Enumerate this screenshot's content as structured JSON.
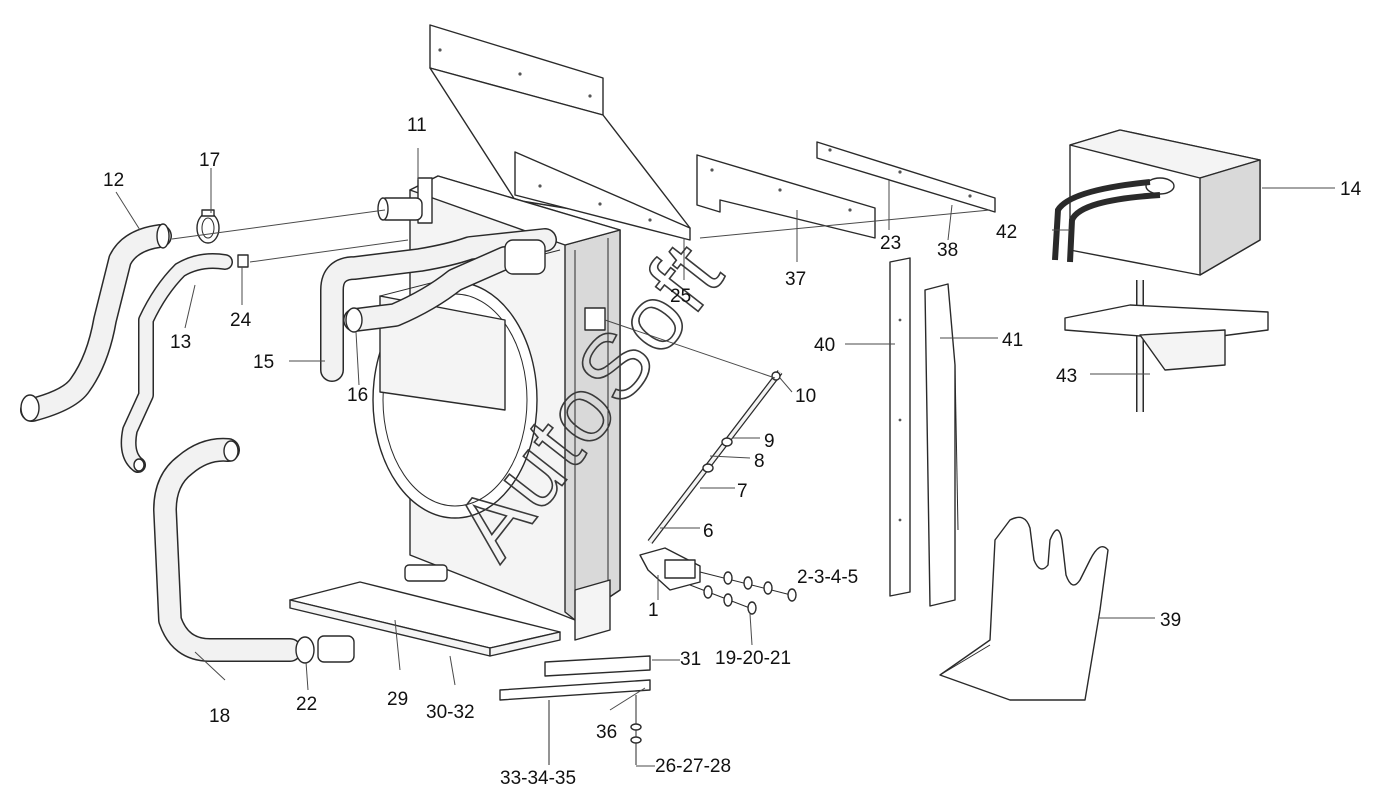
{
  "diagram": {
    "kind": "exploded parts view",
    "watermark": "AutoSoft",
    "callouts": [
      {
        "id": "c1",
        "label": "1"
      },
      {
        "id": "c2",
        "label": "2-3-4-5"
      },
      {
        "id": "c6",
        "label": "6"
      },
      {
        "id": "c7",
        "label": "7"
      },
      {
        "id": "c8",
        "label": "8"
      },
      {
        "id": "c9",
        "label": "9"
      },
      {
        "id": "c10",
        "label": "10"
      },
      {
        "id": "c11",
        "label": "11"
      },
      {
        "id": "c12",
        "label": "12"
      },
      {
        "id": "c13",
        "label": "13"
      },
      {
        "id": "c14",
        "label": "14"
      },
      {
        "id": "c15",
        "label": "15"
      },
      {
        "id": "c16",
        "label": "16"
      },
      {
        "id": "c17",
        "label": "17"
      },
      {
        "id": "c18",
        "label": "18"
      },
      {
        "id": "c19",
        "label": "19-20-21"
      },
      {
        "id": "c22",
        "label": "22"
      },
      {
        "id": "c23",
        "label": "23"
      },
      {
        "id": "c24",
        "label": "24"
      },
      {
        "id": "c25",
        "label": "25"
      },
      {
        "id": "c26",
        "label": "26-27-28"
      },
      {
        "id": "c29",
        "label": "29"
      },
      {
        "id": "c30",
        "label": "30-32"
      },
      {
        "id": "c31",
        "label": "31"
      },
      {
        "id": "c33",
        "label": "33-34-35"
      },
      {
        "id": "c36",
        "label": "36"
      },
      {
        "id": "c37",
        "label": "37"
      },
      {
        "id": "c38",
        "label": "38"
      },
      {
        "id": "c39",
        "label": "39"
      },
      {
        "id": "c40",
        "label": "40"
      },
      {
        "id": "c41",
        "label": "41"
      },
      {
        "id": "c42",
        "label": "42"
      },
      {
        "id": "c43",
        "label": "43"
      }
    ]
  }
}
